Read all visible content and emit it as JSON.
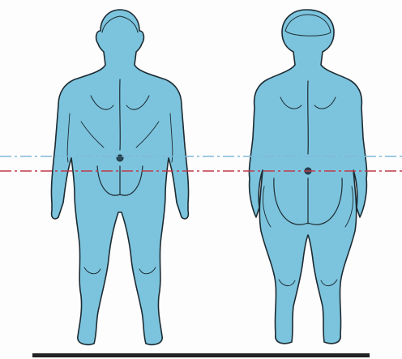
{
  "figures": [
    {
      "id": "male",
      "view": "back"
    },
    {
      "id": "female",
      "view": "back"
    }
  ],
  "reference_lines": [
    {
      "id": "upper",
      "color": "#7fb8d9",
      "style": "dashed"
    },
    {
      "id": "lower",
      "color": "#c0394b",
      "style": "dashed"
    }
  ],
  "colors": {
    "skin": "#7cc4dd",
    "outline": "#1d2b33",
    "ground": "#222222",
    "background": "#fdfdfd"
  }
}
